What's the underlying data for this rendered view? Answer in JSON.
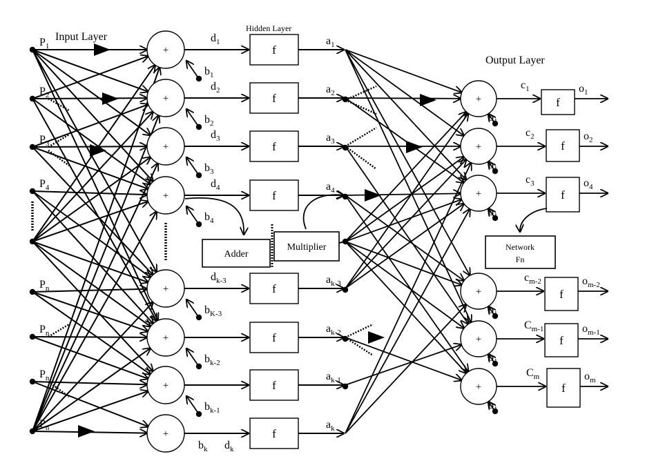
{
  "headings": {
    "input": "Input Layer",
    "hidden": "Hidden Layer",
    "output": "Output Layer"
  },
  "symbols": {
    "sum": "+",
    "activation": "f"
  },
  "inputs": [
    {
      "base": "P",
      "sub": "1"
    },
    {
      "base": "P",
      "sub": "2"
    },
    {
      "base": "P",
      "sub": "3"
    },
    {
      "base": "P",
      "sub": "4"
    },
    {
      "base": "",
      "sub": ""
    },
    {
      "base": "P",
      "sub": "n"
    },
    {
      "base": "P",
      "sub": "n"
    },
    {
      "base": "P",
      "sub": "n"
    },
    {
      "base": "P",
      "sub": "n"
    }
  ],
  "hidden_nodes": [
    {
      "d": "d",
      "d_sub": "1",
      "b": "b",
      "b_sub": "1",
      "a": "a",
      "a_sub": "1"
    },
    {
      "d": "d",
      "d_sub": "2",
      "b": "b",
      "b_sub": "2",
      "a": "a",
      "a_sub": "2"
    },
    {
      "d": "d",
      "d_sub": "3",
      "b": "b",
      "b_sub": "3",
      "a": "a",
      "a_sub": "3"
    },
    {
      "d": "d",
      "d_sub": "4",
      "b": "b",
      "b_sub": "4",
      "a": "a",
      "a_sub": "4"
    },
    {
      "d": "d",
      "d_sub": "k-3",
      "b": "b",
      "b_sub": "K-3",
      "a": "a",
      "a_sub": "k-3"
    },
    {
      "d": "",
      "d_sub": "",
      "b": "b",
      "b_sub": "k-2",
      "a": "a",
      "a_sub": "k-2"
    },
    {
      "d": "",
      "d_sub": "",
      "b": "b",
      "b_sub": "k-1",
      "a": "a",
      "a_sub": "k-1"
    },
    {
      "d": "d",
      "d_sub": "k",
      "b": "b",
      "b_sub": "k",
      "a": "a",
      "a_sub": "k"
    }
  ],
  "output_nodes": [
    {
      "c": "c",
      "c_sub": "1",
      "b": "b",
      "b_sub": "1",
      "o": "o",
      "o_sub": "1"
    },
    {
      "c": "c",
      "c_sub": "2",
      "b": "b",
      "b_sub": "1",
      "o": "o",
      "o_sub": "2"
    },
    {
      "c": "c",
      "c_sub": "3",
      "b": "b",
      "b_sub": "1",
      "o": "o",
      "o_sub": "4"
    },
    {
      "c": "c",
      "c_sub": "m-2",
      "b": "b",
      "b_sub": "1",
      "o": "o",
      "o_sub": "m-2"
    },
    {
      "c": "C",
      "c_sub": "m-1",
      "b": "b",
      "b_sub": "1",
      "o": "o",
      "o_sub": "m-1"
    },
    {
      "c": "C",
      "c_sub": "m",
      "b": "b",
      "b_sub": "1",
      "o": "o",
      "o_sub": "m"
    }
  ],
  "boxes": {
    "adder": "Adder",
    "multiplier": "Multiplier",
    "network_fn_line1": "Network",
    "network_fn_line2": "Fn"
  }
}
